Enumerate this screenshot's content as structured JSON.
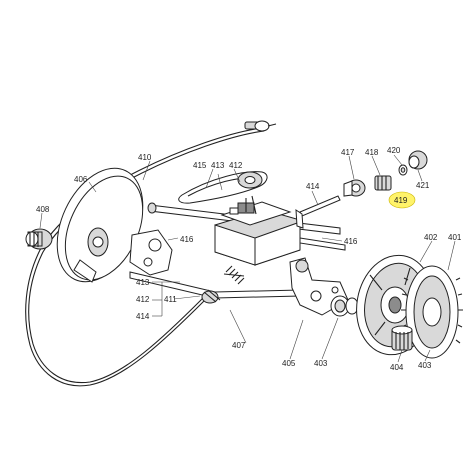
{
  "highlight_color": "#fff36a",
  "labels": {
    "l401": "401",
    "l402": "402",
    "l403a": "403",
    "l403b": "403",
    "l404": "404",
    "l405": "405",
    "l406": "406",
    "l407": "407",
    "l408": "408",
    "l410": "410",
    "l411": "411",
    "l412a": "412",
    "l412b": "412",
    "l413a": "413",
    "l413b": "413",
    "l414": "414",
    "l414b": "414",
    "l415": "415",
    "l416a": "416",
    "l416b": "416",
    "l417": "417",
    "l418": "418",
    "l419": "419",
    "l420": "420",
    "l421": "421"
  }
}
